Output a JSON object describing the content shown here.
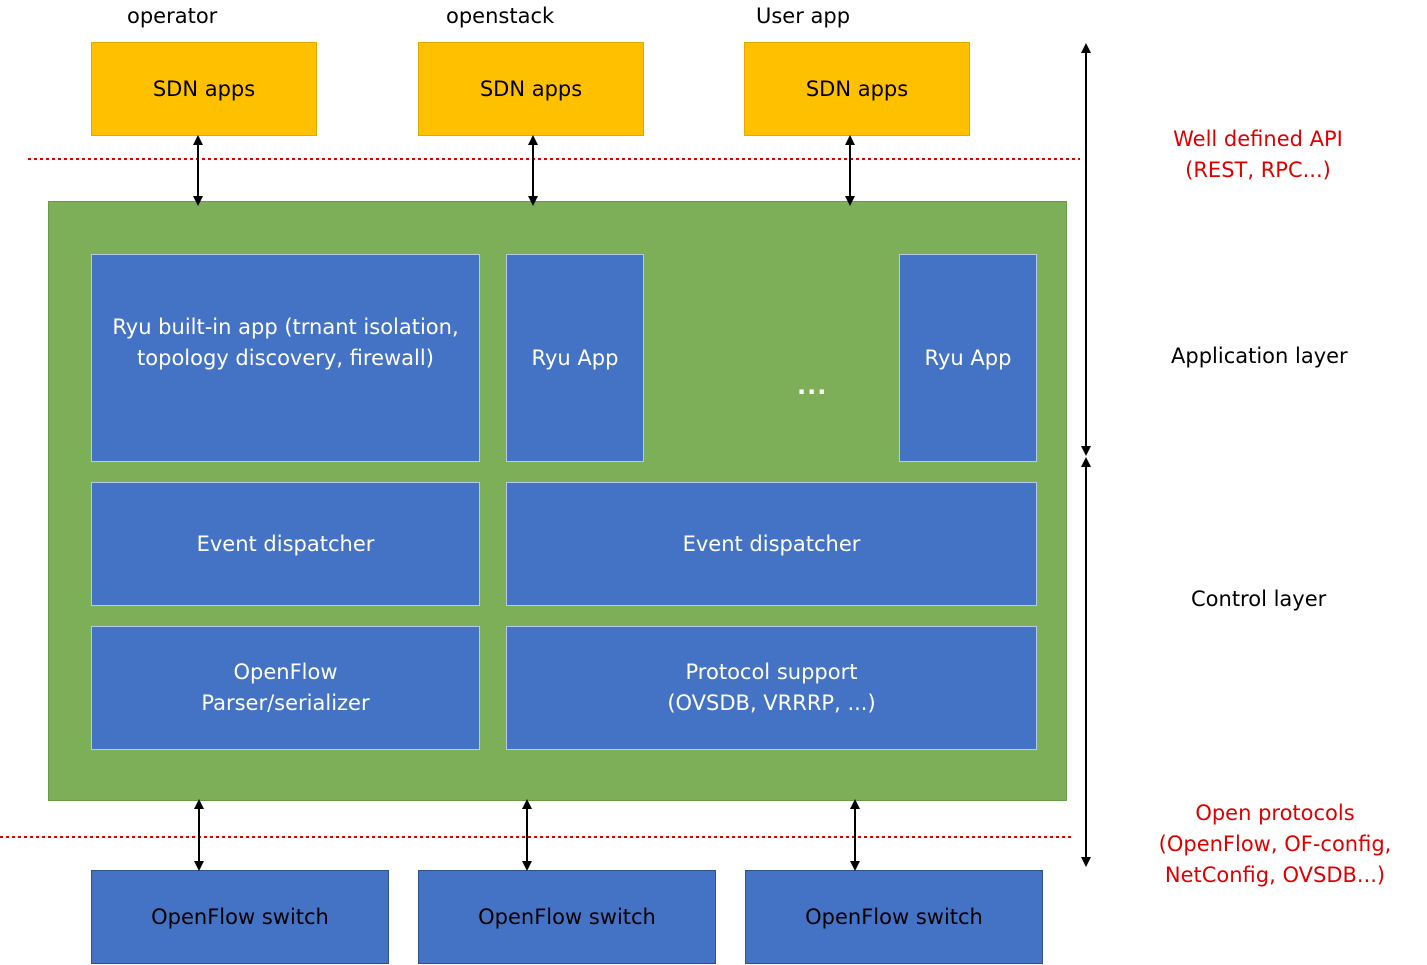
{
  "top_labels": [
    "operator",
    "openstack",
    "User app"
  ],
  "sdn_apps": [
    "SDN apps",
    "SDN apps",
    "SDN apps"
  ],
  "controller": {
    "builtin_app": "Ryu built-in app (trnant isolation,\ntopology discovery, firewall)",
    "ryu_app_1": "Ryu App",
    "ellipsis": "...",
    "ryu_app_2": "Ryu App",
    "event_dispatcher_1": "Event dispatcher",
    "event_dispatcher_2": "Event dispatcher",
    "openflow_parser": "OpenFlow\nParser/serializer",
    "protocol_support": "Protocol support\n(OVSDB, VRRRP, ...)"
  },
  "switches": [
    "OpenFlow switch",
    "OpenFlow switch",
    "OpenFlow switch"
  ],
  "annotations": {
    "api": "Well defined API\n(REST, RPC...)",
    "application_layer": "Application layer",
    "control_layer": "Control layer",
    "protocols": "Open protocols\n(OpenFlow, OF-config,\nNetConfig, OVSDB...)"
  },
  "colors": {
    "sdn_apps": "#ffc000",
    "controller": "#7daf58",
    "component": "#4472c4",
    "annotation": "#e00000"
  }
}
